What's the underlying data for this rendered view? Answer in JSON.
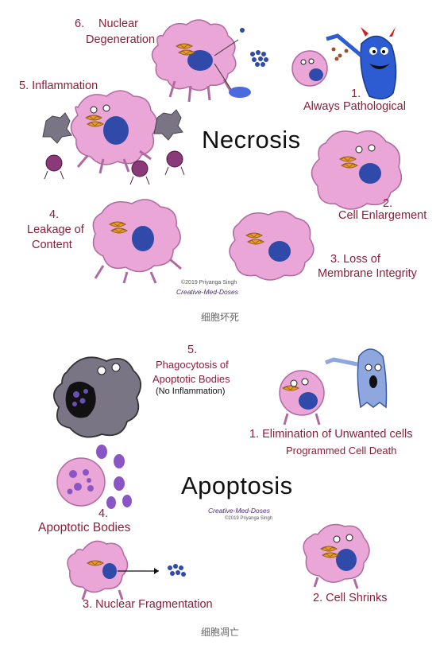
{
  "necrosis": {
    "title": "Necrosis",
    "labels": {
      "nuclear_degeneration_num": "6.",
      "nuclear_degeneration": "Nuclear",
      "nuclear_degeneration_2": "Degeneration",
      "inflammation": "5. Inflammation",
      "always_pathological_num": "1.",
      "always_pathological": "Always Pathological",
      "cell_enlargement_num": "2.",
      "cell_enlargement": "Cell Enlargement",
      "leakage_num": "4.",
      "leakage": "Leakage of",
      "leakage_2": "Content",
      "membrane_integrity": "3.  Loss of",
      "membrane_integrity_2": "Membrane Integrity"
    },
    "copyright": "©2019 Priyanga Singh",
    "brand": "Creative-Med-Doses"
  },
  "necrosis_caption": "细胞坏死",
  "apoptosis": {
    "title": "Apoptosis",
    "labels": {
      "phagocytosis_num": "5.",
      "phagocytosis": "Phagocytosis of",
      "phagocytosis_2": "Apoptotic Bodies",
      "no_inflammation": "(No Inflammation)",
      "elimination": "1. Elimination of Unwanted cells",
      "programmed": "Programmed Cell Death",
      "apoptotic_bodies_num": "4.",
      "apoptotic_bodies": "Apoptotic Bodies",
      "nuclear_fragmentation": "3.  Nuclear Fragmentation",
      "cell_shrinks": "2.  Cell Shrinks"
    },
    "brand": "Creative-Med-Doses",
    "copyright": "©2019 Priyanga Singh"
  },
  "apoptosis_caption": "细胞凋亡",
  "colors": {
    "cell_fill": "#e9a6d6",
    "cell_stroke": "#b06aa0",
    "nucleus": "#2f4aa8",
    "mitochondria": "#e89a2c",
    "label": "#8a1f3a",
    "monster": "#2d5bd2",
    "macrophage": "#7a7585",
    "ghost": "#8ea7de"
  }
}
